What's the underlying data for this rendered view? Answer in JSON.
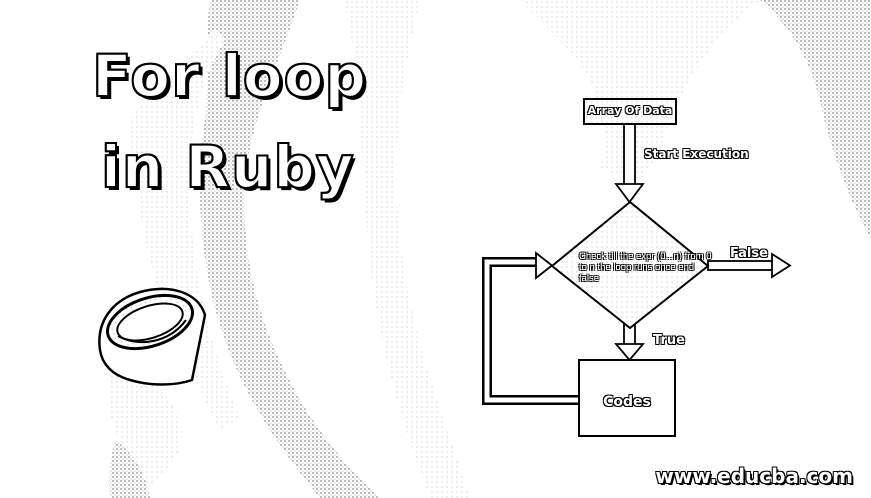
{
  "title": {
    "line1": "For loop",
    "line2": "in Ruby"
  },
  "flowchart": {
    "start_box": "Array Of Data",
    "start_edge_label": "Start Execution",
    "condition": "Check till the expr (0...n) from 0 to n the loop runs once end false",
    "false_label": "False",
    "true_label": "True",
    "body_box": "Codes"
  },
  "footer": {
    "url": "www.educba.com"
  }
}
